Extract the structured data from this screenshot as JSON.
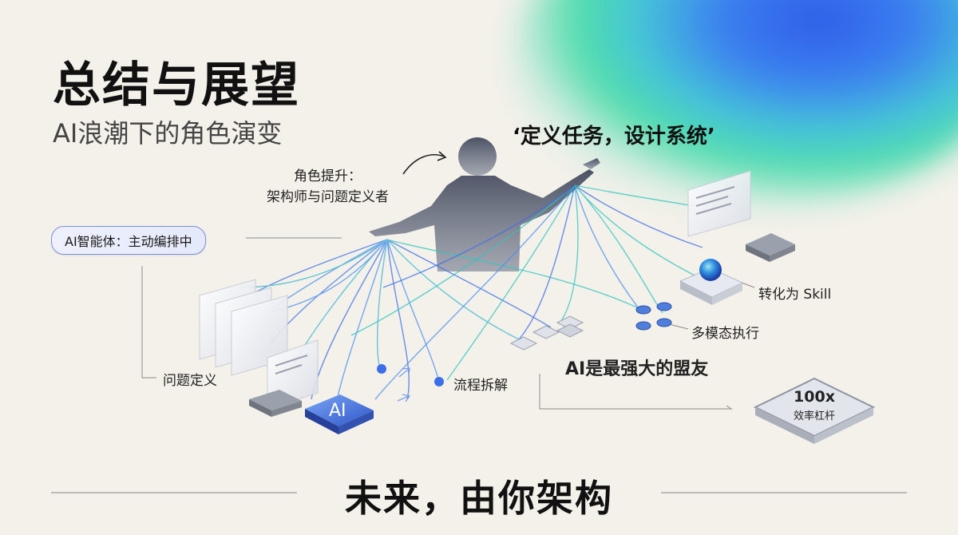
{
  "title": "总结与展望",
  "subtitle": "AI浪潮下的角色演变",
  "quote": "‘定义任务，设计系统’",
  "role_line1": "角色提升：",
  "role_line2": "架构师与问题定义者",
  "agent_pill": "AI智能体：主动编排中",
  "labels": {
    "problem_definition": "问题定义",
    "process_decomposition": "流程拆解",
    "ai_ally": "AI是最强大的盟友",
    "multimodal": "多模态执行",
    "skill": "转化为 Skill"
  },
  "ai_chip": "AI",
  "efficiency_chip": {
    "value": "100x",
    "caption": "效率杠杆"
  },
  "tagline": "未来，由你架构",
  "colors": {
    "background": "#f3f1ea",
    "thread_blue": "#3b6ee8",
    "thread_teal": "#34c4c0",
    "silhouette": "#5a6175"
  }
}
